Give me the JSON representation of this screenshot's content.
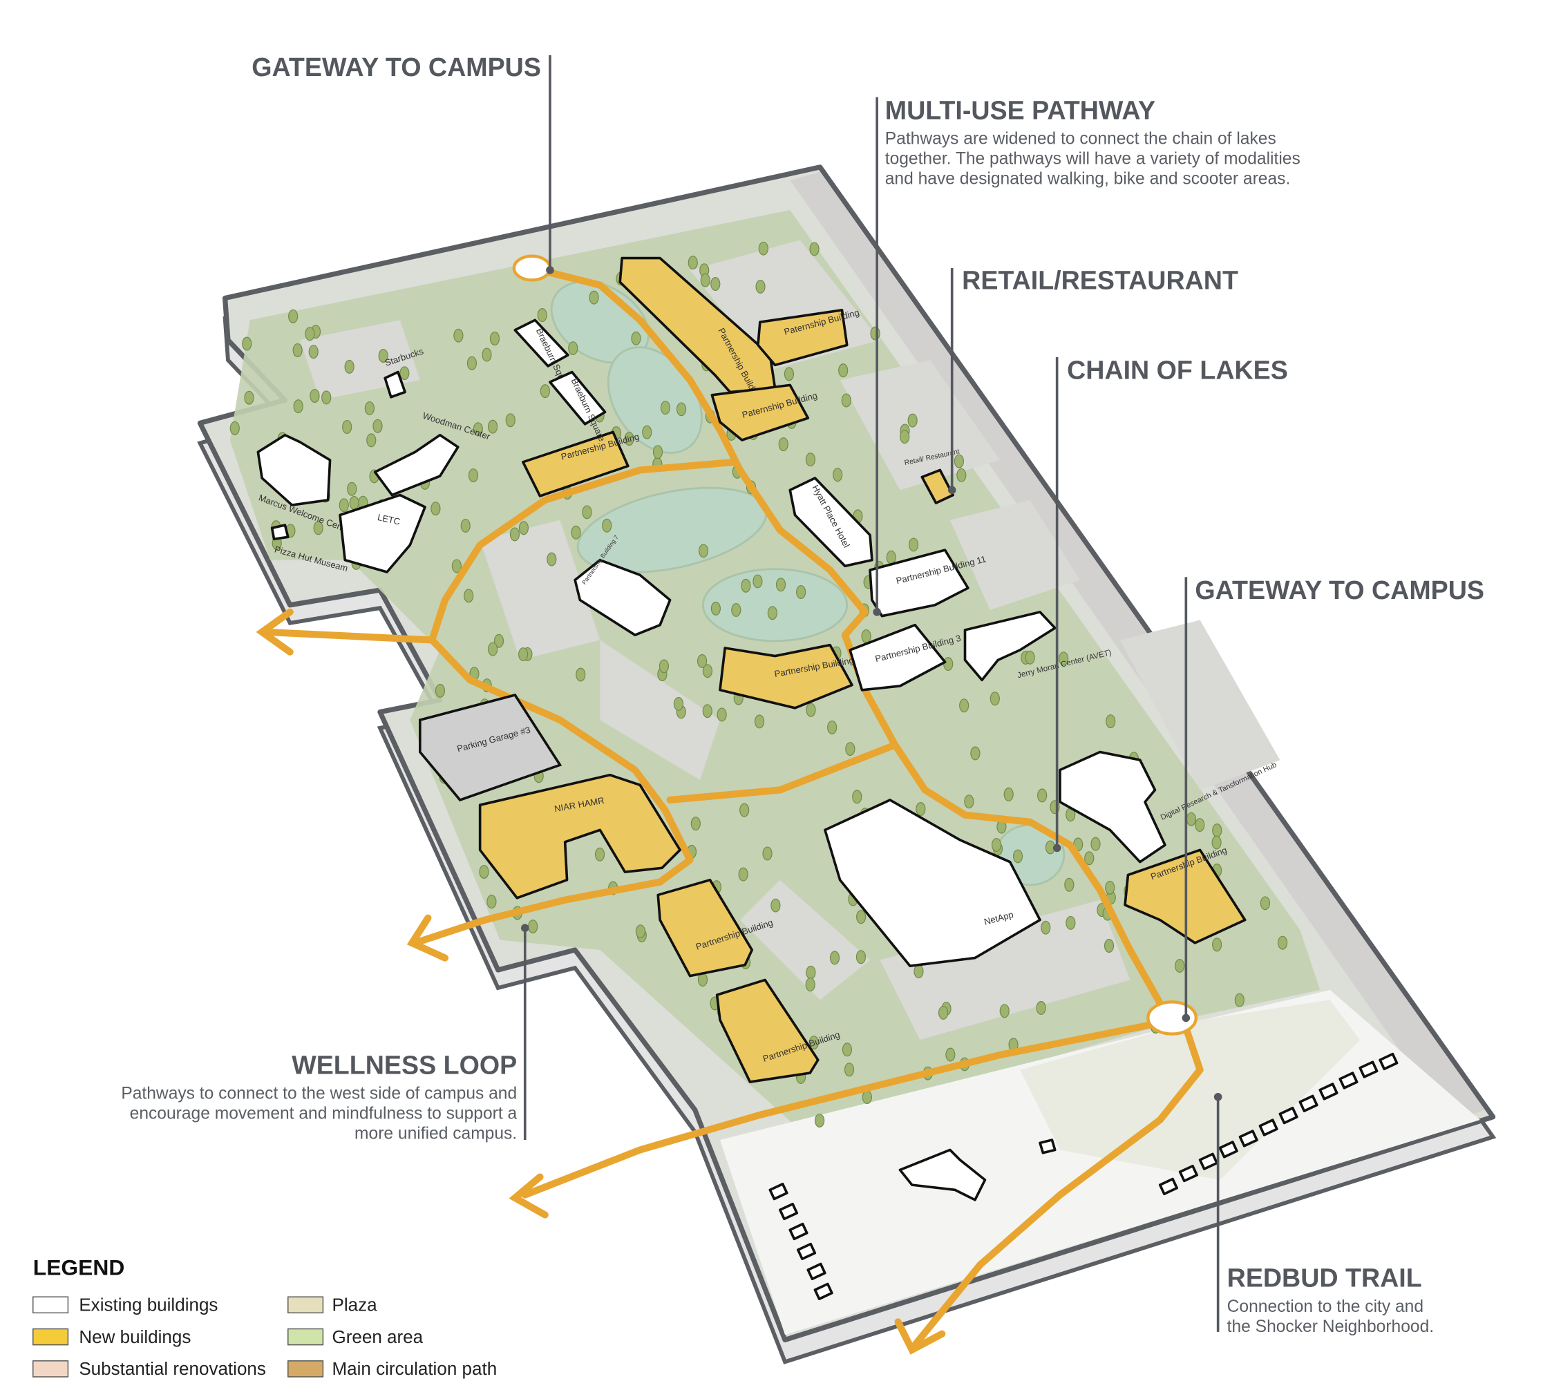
{
  "callouts": {
    "gateway_top": {
      "title": "GATEWAY TO CAMPUS"
    },
    "multi_use": {
      "title": "MULTI-USE PATHWAY",
      "lines": [
        "Pathways are widened to connect the chain of lakes",
        "together. The pathways will have a variety of modalities",
        "and have designated walking, bike and scooter areas."
      ]
    },
    "retail": {
      "title": "RETAIL/RESTAURANT"
    },
    "lakes": {
      "title": "CHAIN OF LAKES"
    },
    "gateway_right": {
      "title": "GATEWAY TO CAMPUS"
    },
    "wellness": {
      "title": "WELLNESS LOOP",
      "lines": [
        "Pathways to connect to the west side of campus and",
        "encourage movement and mindfulness to support a",
        "more unified campus."
      ]
    },
    "redbud": {
      "title": "REDBUD TRAIL",
      "lines": [
        "Connection to the city and",
        "the Shocker Neighborhood."
      ]
    }
  },
  "buildings": {
    "partnership_long": "Partnership Building",
    "paternship_ne": "Paternship Building",
    "paternship_mid": "Paternship Building",
    "partnership_west": "Partnership Building",
    "braeburn_1": "Braeburn Square",
    "braeburn_2": "Braeburn Square",
    "starbucks": "Starbucks",
    "woodman": "Woodman Center",
    "marcus": "Marcus Welcome Center",
    "letc": "LETC",
    "pizza_hut": "Pizza Hut Museam",
    "partnership_7": "Partnership Building 7",
    "hyatt": "Hyatt Place Hotel",
    "retail": "Retail/ Restaurant",
    "pb11": "Partnership Building 11",
    "pb3b": "Partnership Building 3B",
    "pb3": "Partnership Building 3",
    "jerry_moran": "Jerry Moran Center (AVET)",
    "parking": "Parking Garage #3",
    "niar": "NIAR HAMR",
    "partnership_s1": "Partnership Building",
    "partnership_s2": "Partnership Building",
    "netapp": "NetApp",
    "digital": "Digital Research & Tansformation Hub",
    "partnership_e": "Partnership Building"
  },
  "legend": {
    "title": "LEGEND",
    "items": [
      {
        "label": "Existing buildings",
        "color": "#ffffff"
      },
      {
        "label": "New buildings",
        "color": "#f4cc3a"
      },
      {
        "label": "Substantial renovations",
        "color": "#f2d8c4"
      },
      {
        "label": "Plaza",
        "color": "#e6dfbb"
      },
      {
        "label": "Green area",
        "color": "#d0e3a8"
      },
      {
        "label": "Main circulation path",
        "color": "#d4aa66"
      }
    ]
  },
  "colors": {
    "path": "#e8a530",
    "new_building": "#ecc860",
    "lake": "#bcd6c6",
    "callout": "#54585e"
  }
}
